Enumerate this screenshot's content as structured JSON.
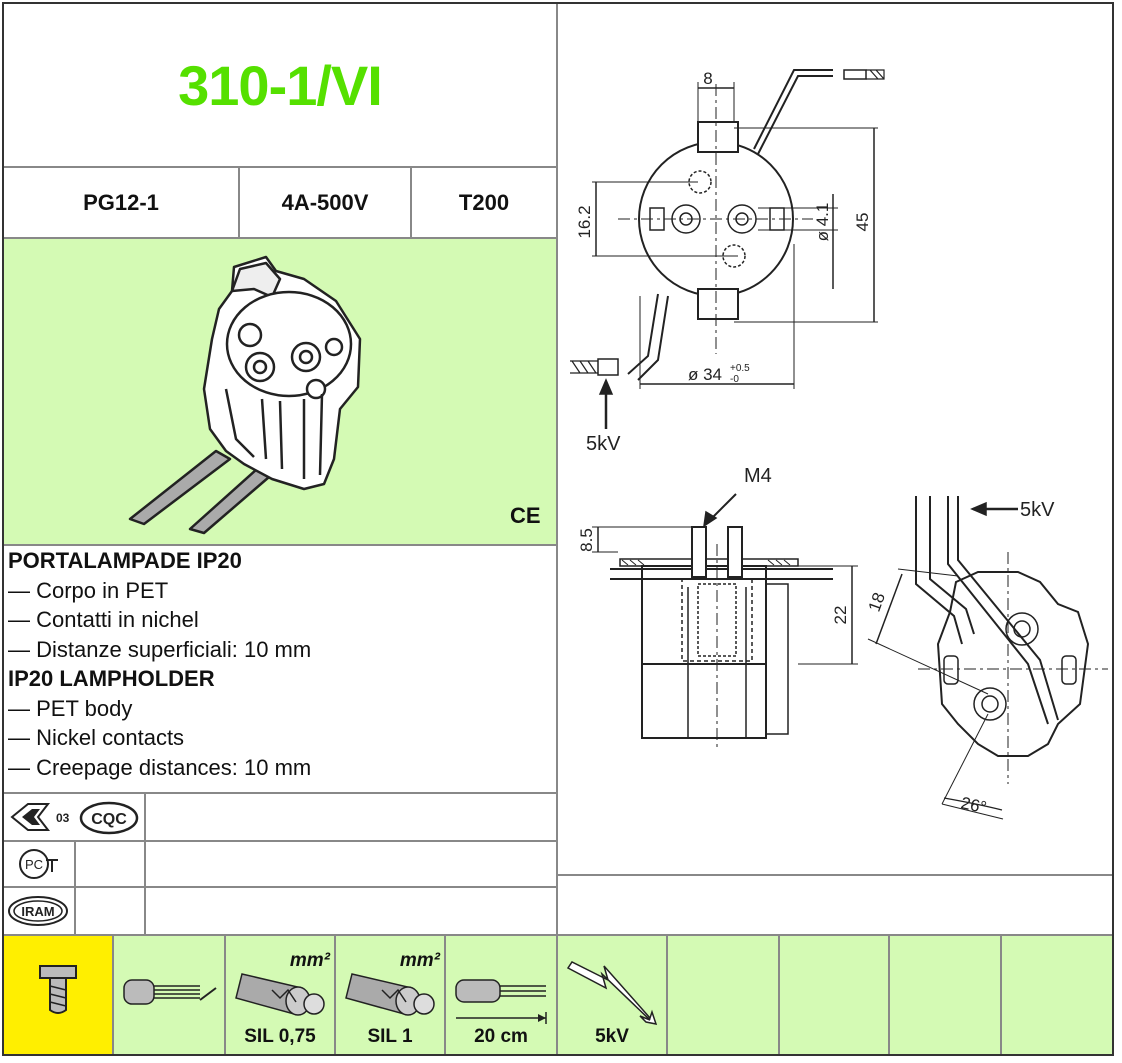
{
  "product": {
    "code": "310-1/VI",
    "specs": [
      "PG12-1",
      "4A-500V",
      "T200"
    ],
    "ce_mark": "CE"
  },
  "description": {
    "it_heading": "PORTALAMPADE IP20",
    "it_items": [
      "— Corpo in PET",
      "— Contatti in nichel",
      "— Distanze superficiali: 10 mm"
    ],
    "en_heading": "IP20 LAMPHOLDER",
    "en_items": [
      "— PET body",
      "— Nickel contacts",
      "— Creepage distances: 10 mm"
    ]
  },
  "certifications": {
    "row1": [
      "ENEC 03",
      "CQC"
    ],
    "row2": [
      "PCT"
    ],
    "row3": [
      "IRAM"
    ]
  },
  "drawings": {
    "top_view": {
      "dim_width": "8",
      "dim_height_left": "16.2",
      "dim_pin_dia": "ø 4.1",
      "dim_height_right": "45",
      "dim_body_dia": "ø 34",
      "tol_plus": "+0.5",
      "tol_minus": "-0",
      "voltage": "5kV"
    },
    "side_view": {
      "thread": "M4",
      "dim_top": "8.5",
      "dim_height": "22"
    },
    "rear_view": {
      "voltage": "5kV",
      "dim_offset": "18",
      "angle": "26°"
    }
  },
  "bottom_bar": {
    "cells": [
      {
        "icon": "screw-terminal-icon",
        "label": ""
      },
      {
        "icon": "wire-strip-icon",
        "label": ""
      },
      {
        "icon": "cable-sil075-icon",
        "label": "SIL 0,75",
        "unit": "mm²"
      },
      {
        "icon": "cable-sil1-icon",
        "label": "SIL 1",
        "unit": "mm²"
      },
      {
        "icon": "lead-length-icon",
        "label": "20 cm"
      },
      {
        "icon": "high-voltage-icon",
        "label": "5kV"
      }
    ],
    "accent_yellow": "#ffef00",
    "accent_green": "#d4fab4"
  }
}
